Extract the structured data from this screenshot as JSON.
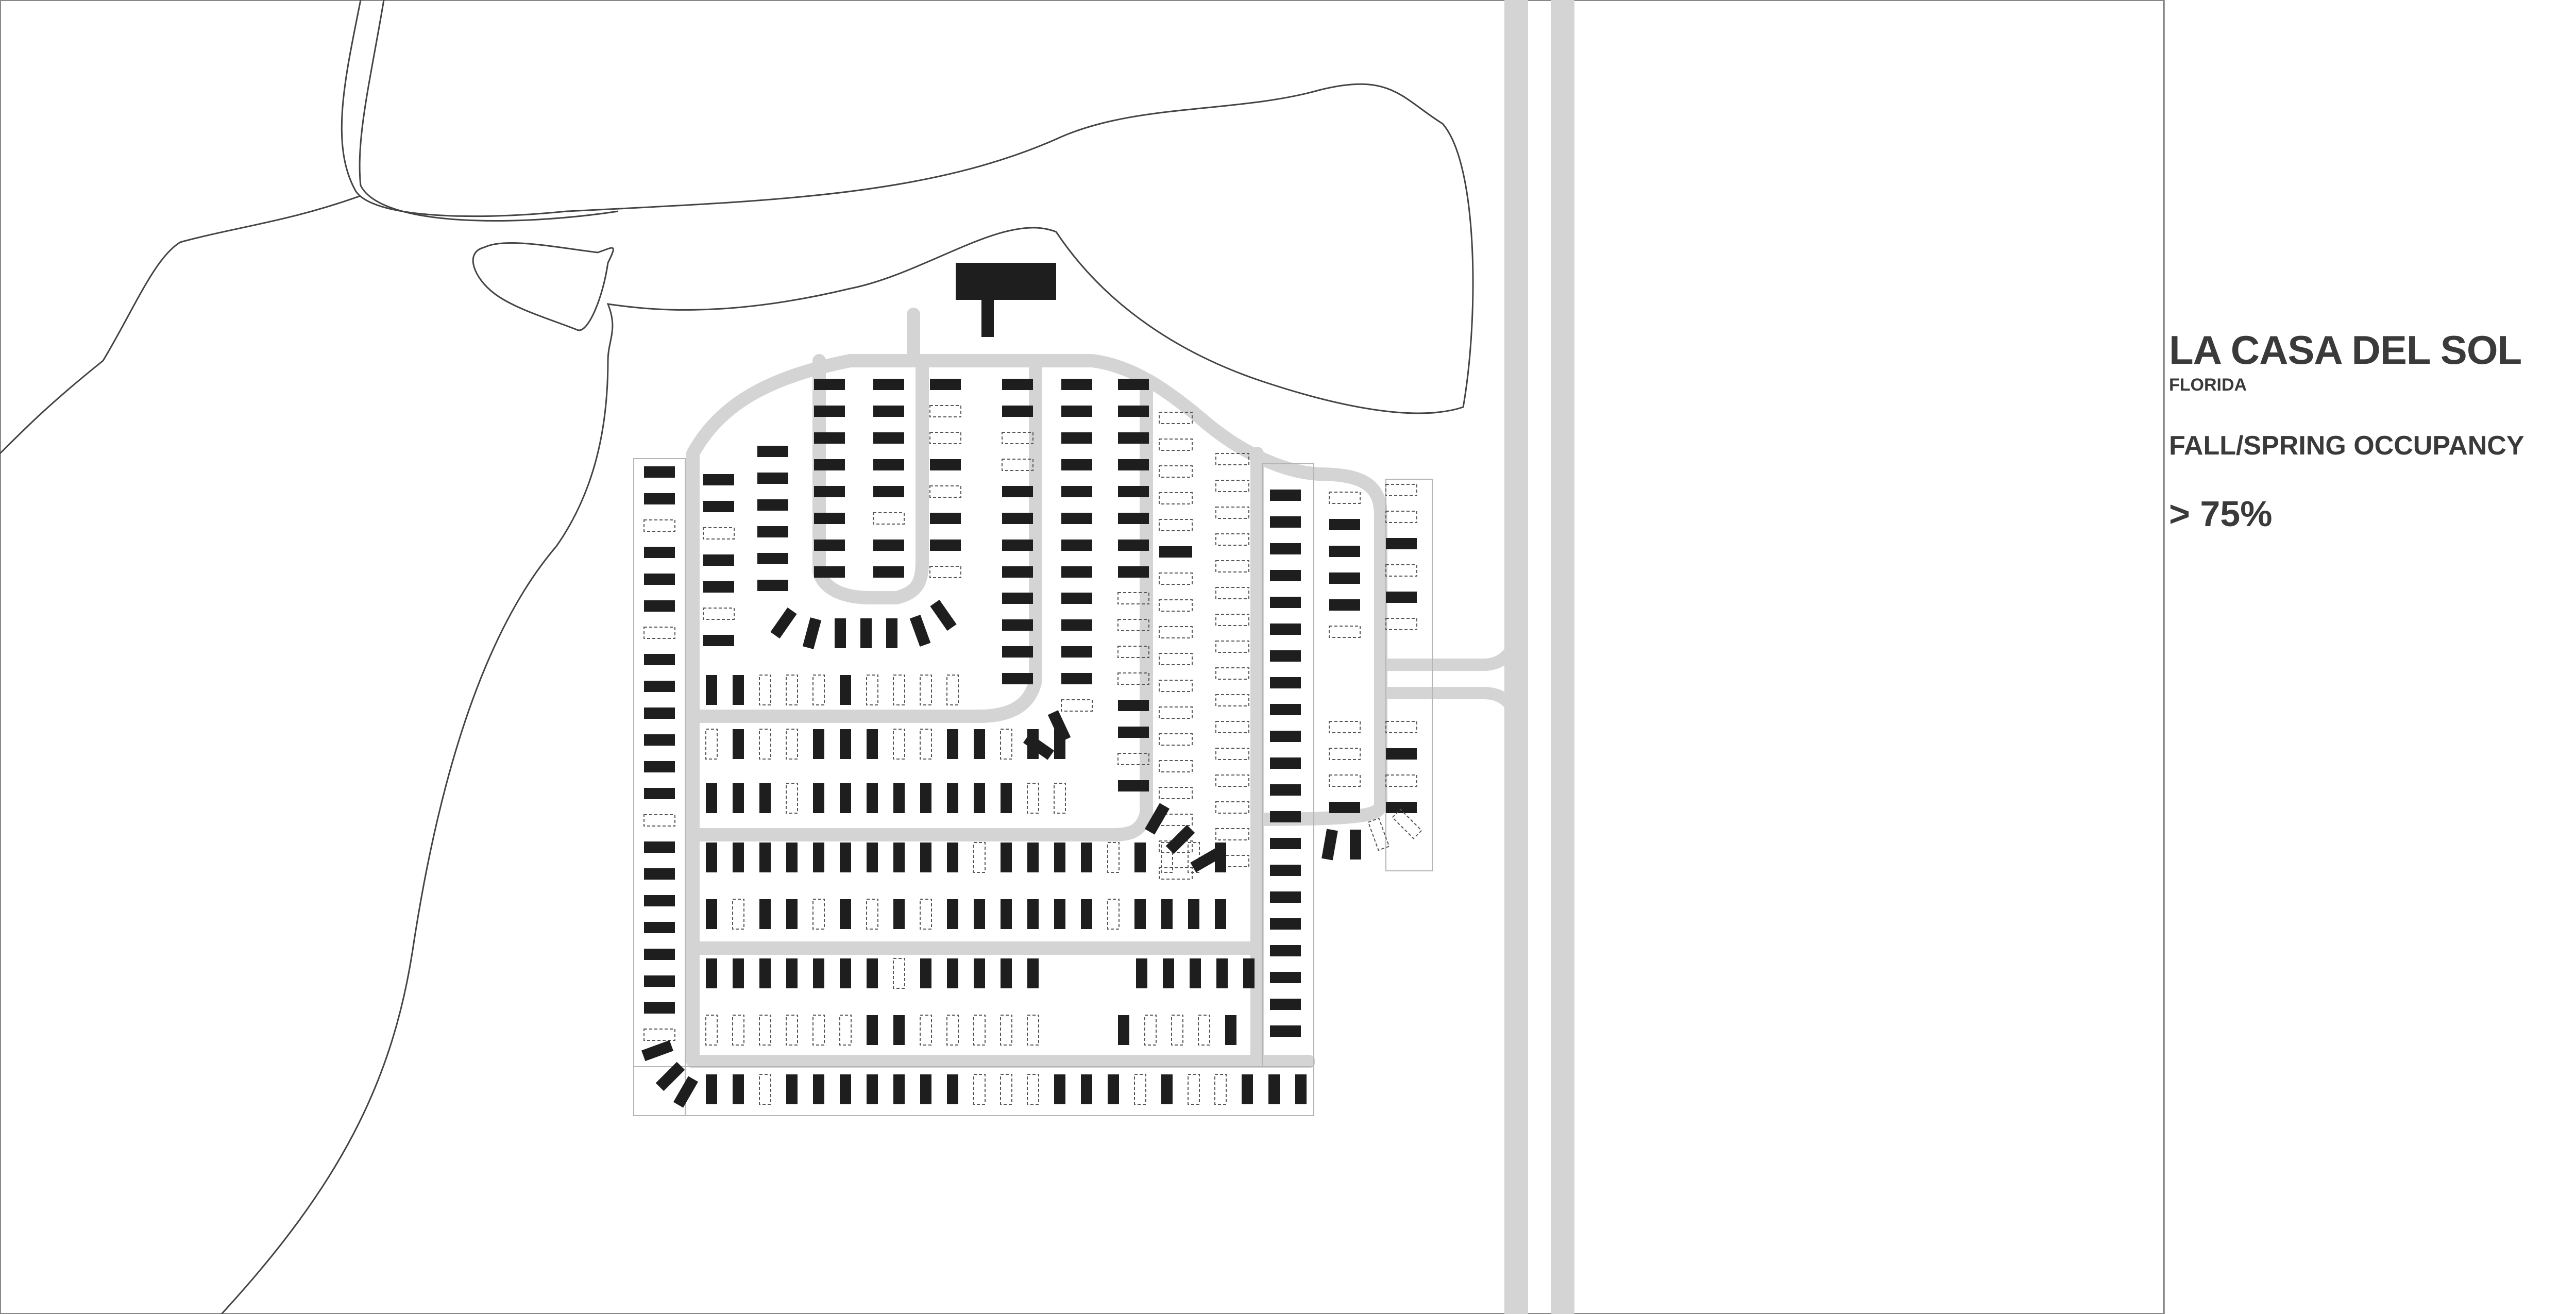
{
  "title": "LA CASA DEL SOL",
  "subtitle": "FLORIDA",
  "occupancy_label": "FALL/SPRING OCCUPANCY",
  "occupancy_value": "> 75%",
  "colors": {
    "background": "#ffffff",
    "road": "#d4d4d4",
    "home": "#1e1e1e",
    "lot_line": "#b5b5b5",
    "water_line": "#444444",
    "vacant_outline": "#555555",
    "text": "#3a3a3a"
  },
  "map_legend": {
    "occupied_lot": "filled dark rectangle",
    "vacant_lot": "dashed outline rectangle"
  }
}
